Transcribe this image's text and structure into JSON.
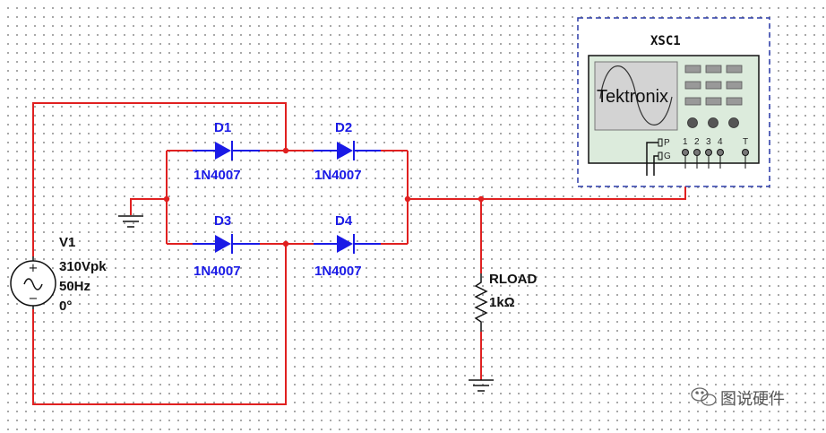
{
  "source": {
    "ref": "V1",
    "amplitude": "310Vpk",
    "frequency": "50Hz",
    "phase": "0°"
  },
  "diodes": [
    {
      "ref": "D1",
      "model": "1N4007"
    },
    {
      "ref": "D2",
      "model": "1N4007"
    },
    {
      "ref": "D3",
      "model": "1N4007"
    },
    {
      "ref": "D4",
      "model": "1N4007"
    }
  ],
  "load": {
    "ref": "RLOAD",
    "value": "1kΩ"
  },
  "oscilloscope": {
    "ref": "XSC1",
    "brand": "Tektronix",
    "terminals": {
      "p": "P",
      "g": "G",
      "ch1": "1",
      "ch2": "2",
      "ch3": "3",
      "ch4": "4",
      "trigger": "T"
    }
  },
  "source_symbol": {
    "plus": "+",
    "minus": "−"
  },
  "watermark": {
    "text": "图说硬件",
    "icon": "wechat-icon"
  },
  "colors": {
    "wire": "#e02020",
    "component": "#1a1ae6",
    "scope_body": "#dcebdc",
    "scope_screen": "#d3d3d3",
    "scope_frame": "#2a3aa8"
  }
}
